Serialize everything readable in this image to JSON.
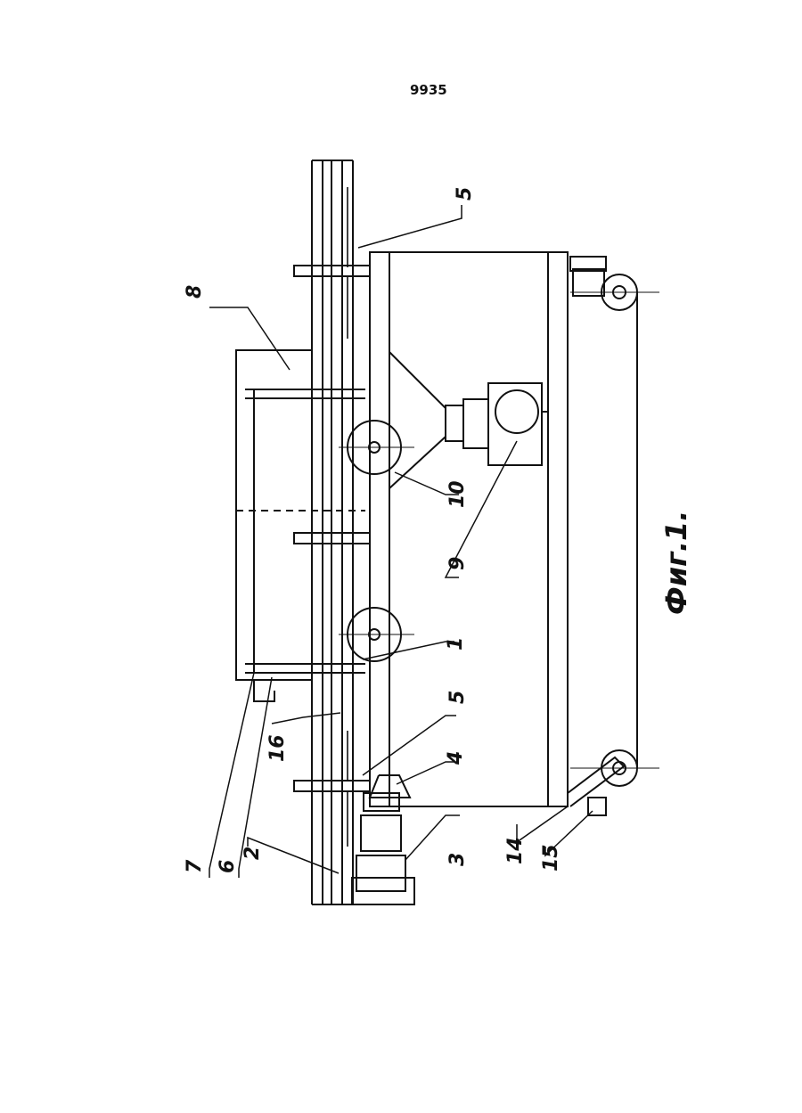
{
  "document": {
    "page_number": "9935",
    "figure_caption": "Фиг.1."
  },
  "callouts": [
    {
      "id": "c8",
      "text": "8"
    },
    {
      "id": "c5a",
      "text": "5"
    },
    {
      "id": "c10",
      "text": "10"
    },
    {
      "id": "c9",
      "text": "9"
    },
    {
      "id": "c1",
      "text": "1"
    },
    {
      "id": "c5b",
      "text": "5"
    },
    {
      "id": "c16",
      "text": "16"
    },
    {
      "id": "c4",
      "text": "4"
    },
    {
      "id": "c3",
      "text": "3"
    },
    {
      "id": "c2",
      "text": "2"
    },
    {
      "id": "c6",
      "text": "6"
    },
    {
      "id": "c7",
      "text": "7"
    },
    {
      "id": "c14",
      "text": "14"
    },
    {
      "id": "c15",
      "text": "15"
    }
  ]
}
